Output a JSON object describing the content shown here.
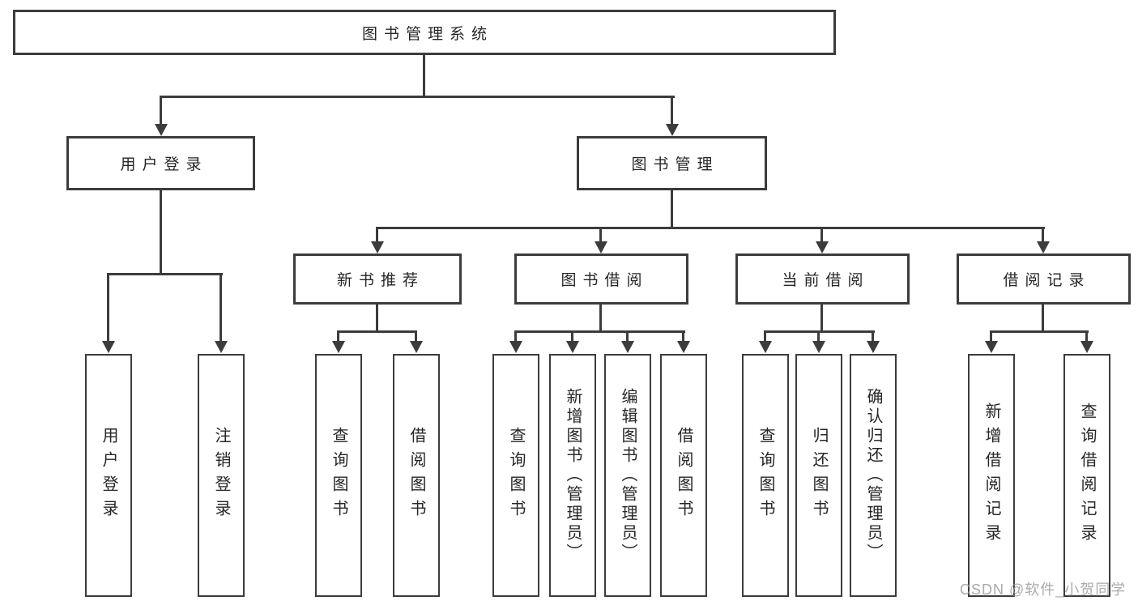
{
  "diagram": {
    "title": "图书管理系统",
    "level2": {
      "user_login": "用户登录",
      "book_mgmt": "图书管理"
    },
    "level3": {
      "new_books": "新书推荐",
      "book_borrow": "图书借阅",
      "current_borrow": "当前借阅",
      "borrow_records": "借阅记录"
    },
    "leaves": {
      "user_login": [
        "用户登录",
        "注销登录"
      ],
      "new_books": [
        "查询图书",
        "借阅图书"
      ],
      "book_borrow": [
        "查询图书",
        "新增图书（管理员）",
        "编辑图书（管理员）",
        "借阅图书"
      ],
      "current_borrow": [
        "查询图书",
        "归还图书",
        "确认归还（管理员）"
      ],
      "borrow_records": [
        "新增借阅记录",
        "查询借阅记录"
      ]
    }
  },
  "watermark": "CSDN @软件_小贺同学",
  "colors": {
    "line": "#3c3c3c",
    "text": "#262626",
    "watermark": "#9b9b9b",
    "background": "#ffffff"
  }
}
